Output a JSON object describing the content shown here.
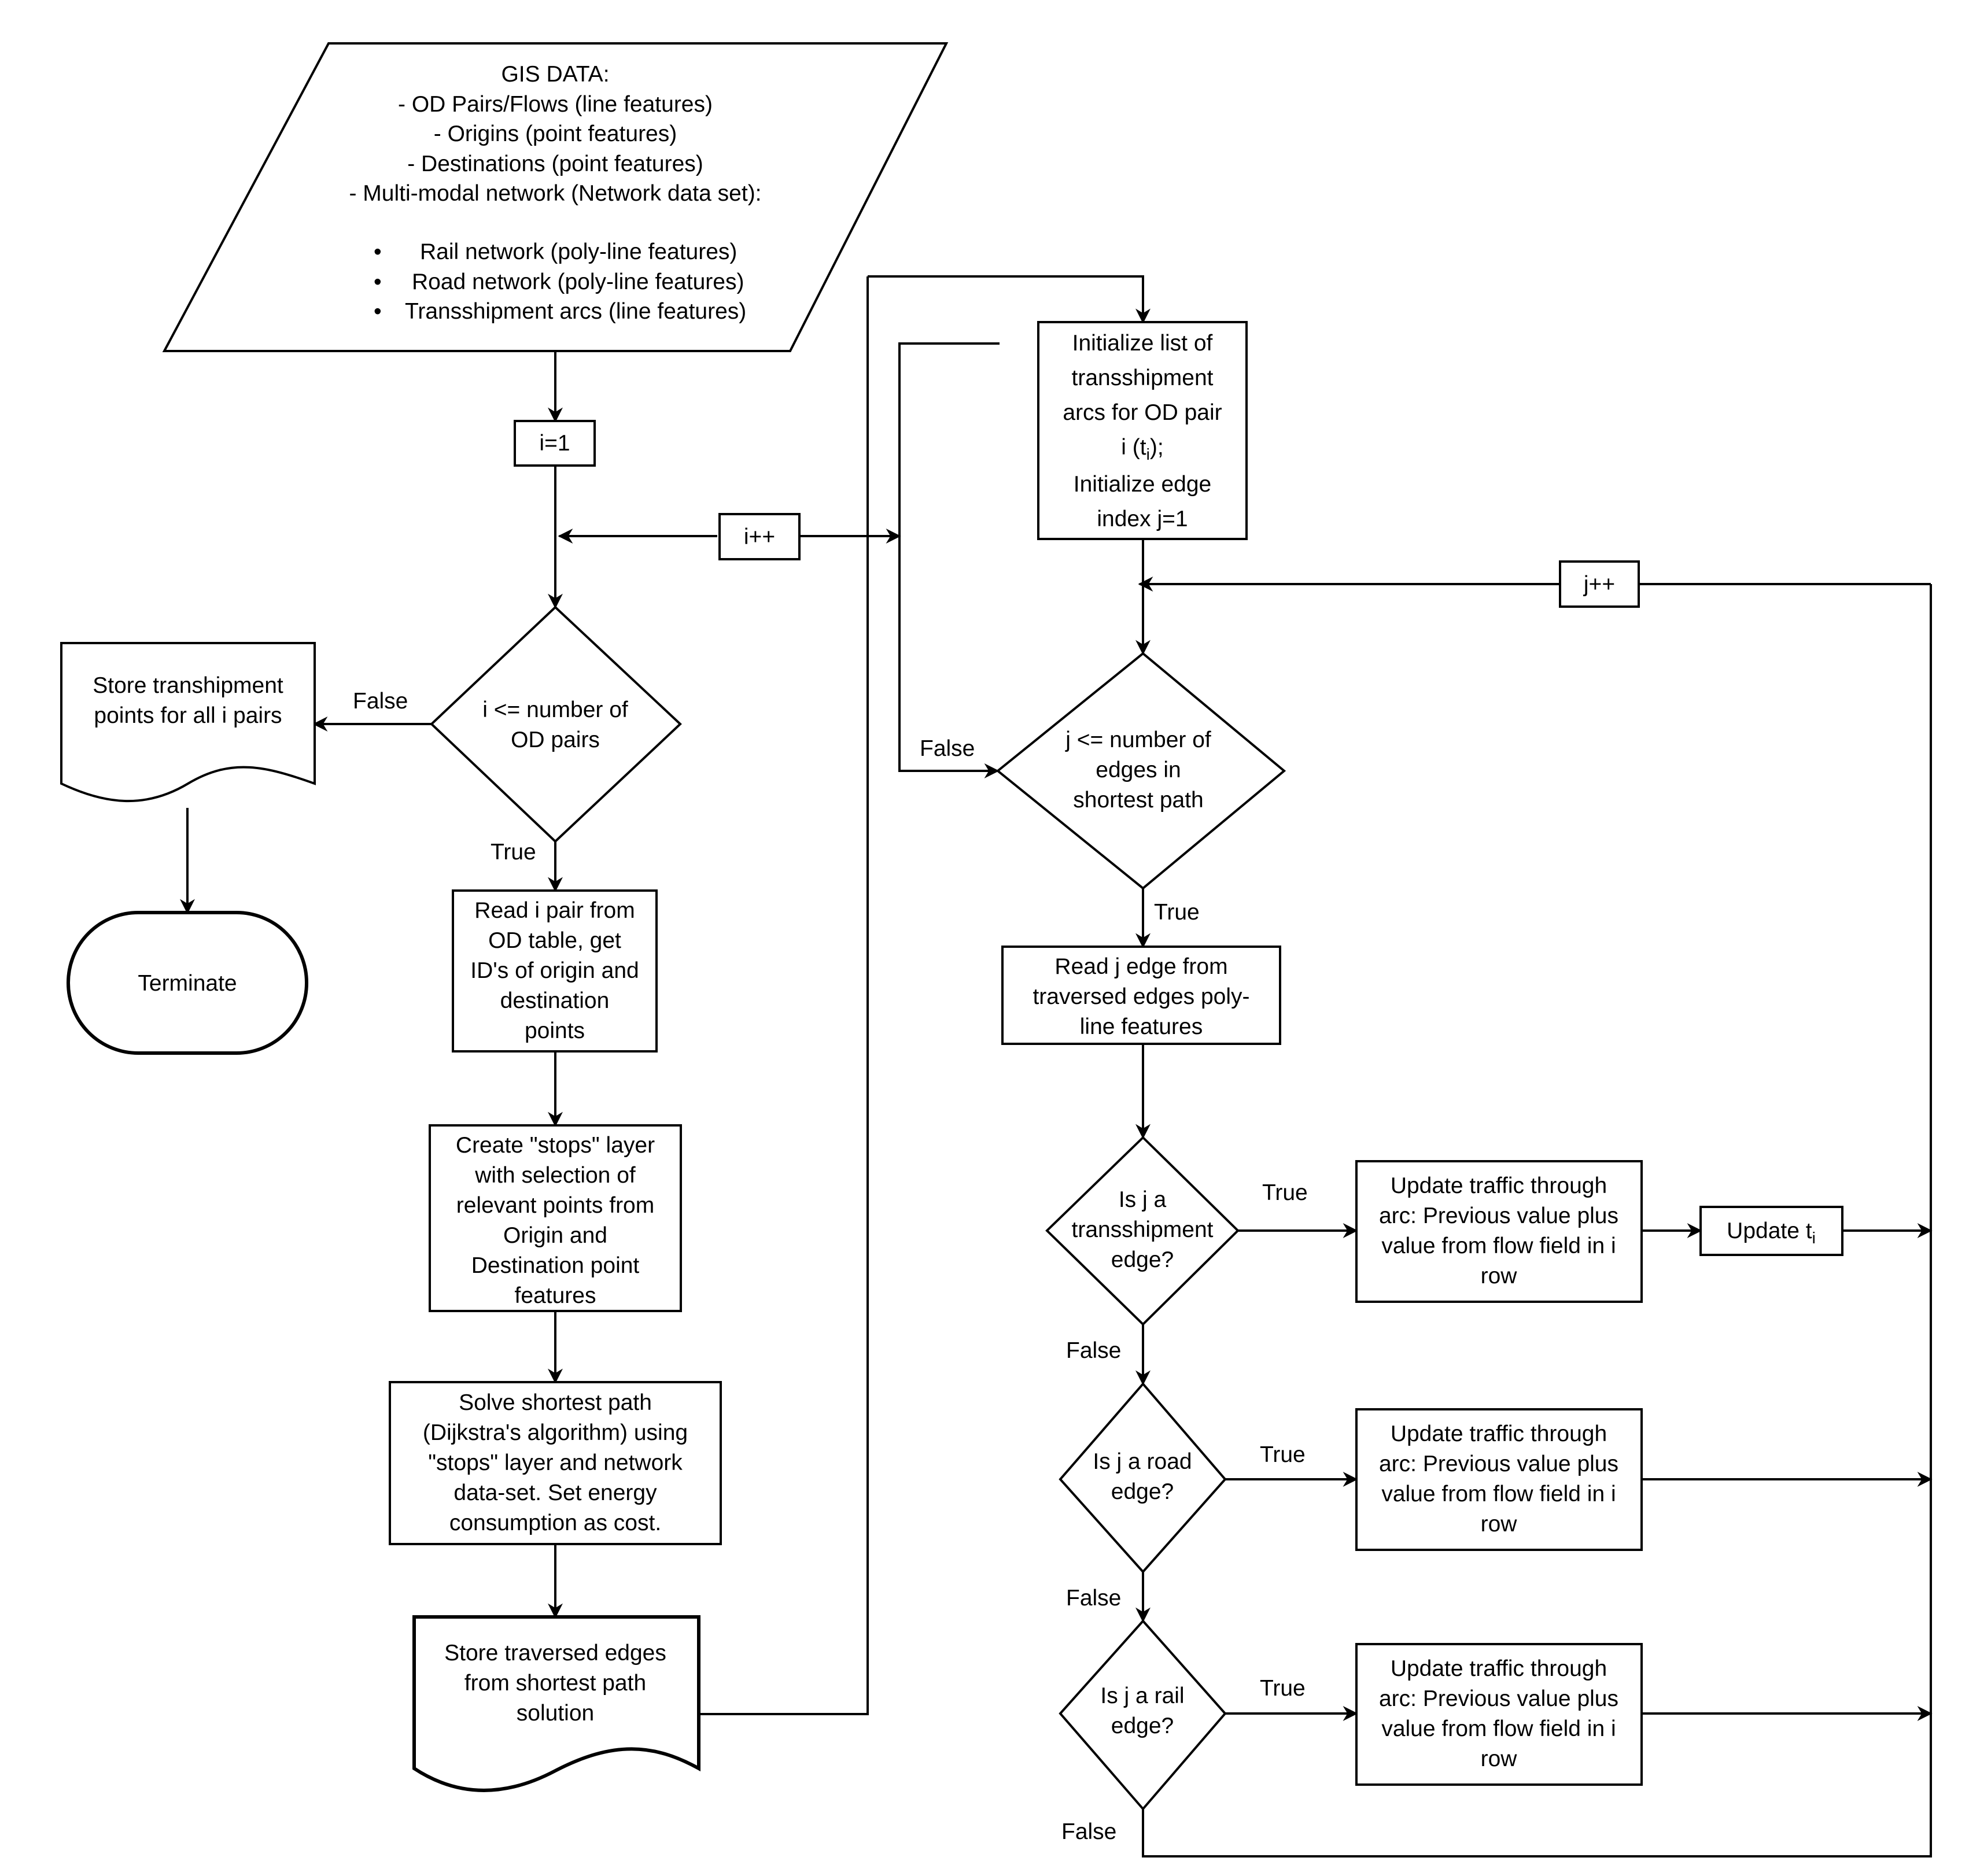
{
  "gis_data": {
    "title": "GIS DATA:",
    "lines": [
      "- OD Pairs/Flows (line features)",
      "- Origins (point features)",
      "- Destinations (point features)",
      "- Multi-modal network (Network data set):"
    ],
    "bullets": [
      "Rail network (poly-line features)",
      "Road network (poly-line features)",
      "Transshipment arcs (line features)"
    ]
  },
  "i_init": "i=1",
  "i_inc": "i++",
  "j_inc": "j++",
  "cond_i": [
    "i <= number of",
    "OD pairs"
  ],
  "store_points": [
    "Store transhipment",
    "points for all i pairs"
  ],
  "terminate": "Terminate",
  "read_pair": [
    "Read i pair from",
    "OD table, get",
    "ID's of origin and",
    "destination",
    "points"
  ],
  "create_stops": [
    "Create \"stops\" layer",
    "with selection of",
    "relevant points from",
    "Origin and",
    "Destination point",
    "features"
  ],
  "solve_path": [
    "Solve shortest path",
    "(Dijkstra's algorithm) using",
    "\"stops\" layer and network",
    "data-set. Set energy",
    "consumption as cost."
  ],
  "store_edges": [
    "Store traversed edges",
    "from shortest path",
    "solution"
  ],
  "init_list": {
    "line1": "Initialize list of",
    "line2": "transshipment",
    "line3": "arcs for OD pair",
    "line4_main": "i (t",
    "line4_sub": "i",
    "line4_end": ");",
    "line5": "Initialize edge",
    "line6": "index j=1"
  },
  "cond_j": [
    "j <= number of",
    "edges in",
    "shortest path"
  ],
  "read_edge": [
    "Read j edge from",
    "traversed edges poly-",
    "line features"
  ],
  "cond_trans": [
    "Is j a",
    "transshipment",
    "edge?"
  ],
  "cond_road": [
    "Is j a road",
    "edge?"
  ],
  "cond_rail": [
    "Is j a rail",
    "edge?"
  ],
  "update_traffic": [
    "Update traffic through",
    "arc: Previous value plus",
    "value from flow field in i",
    "row"
  ],
  "update_t": {
    "main": "Update t",
    "sub": "i"
  },
  "labels": {
    "true": "True",
    "false": "False"
  }
}
